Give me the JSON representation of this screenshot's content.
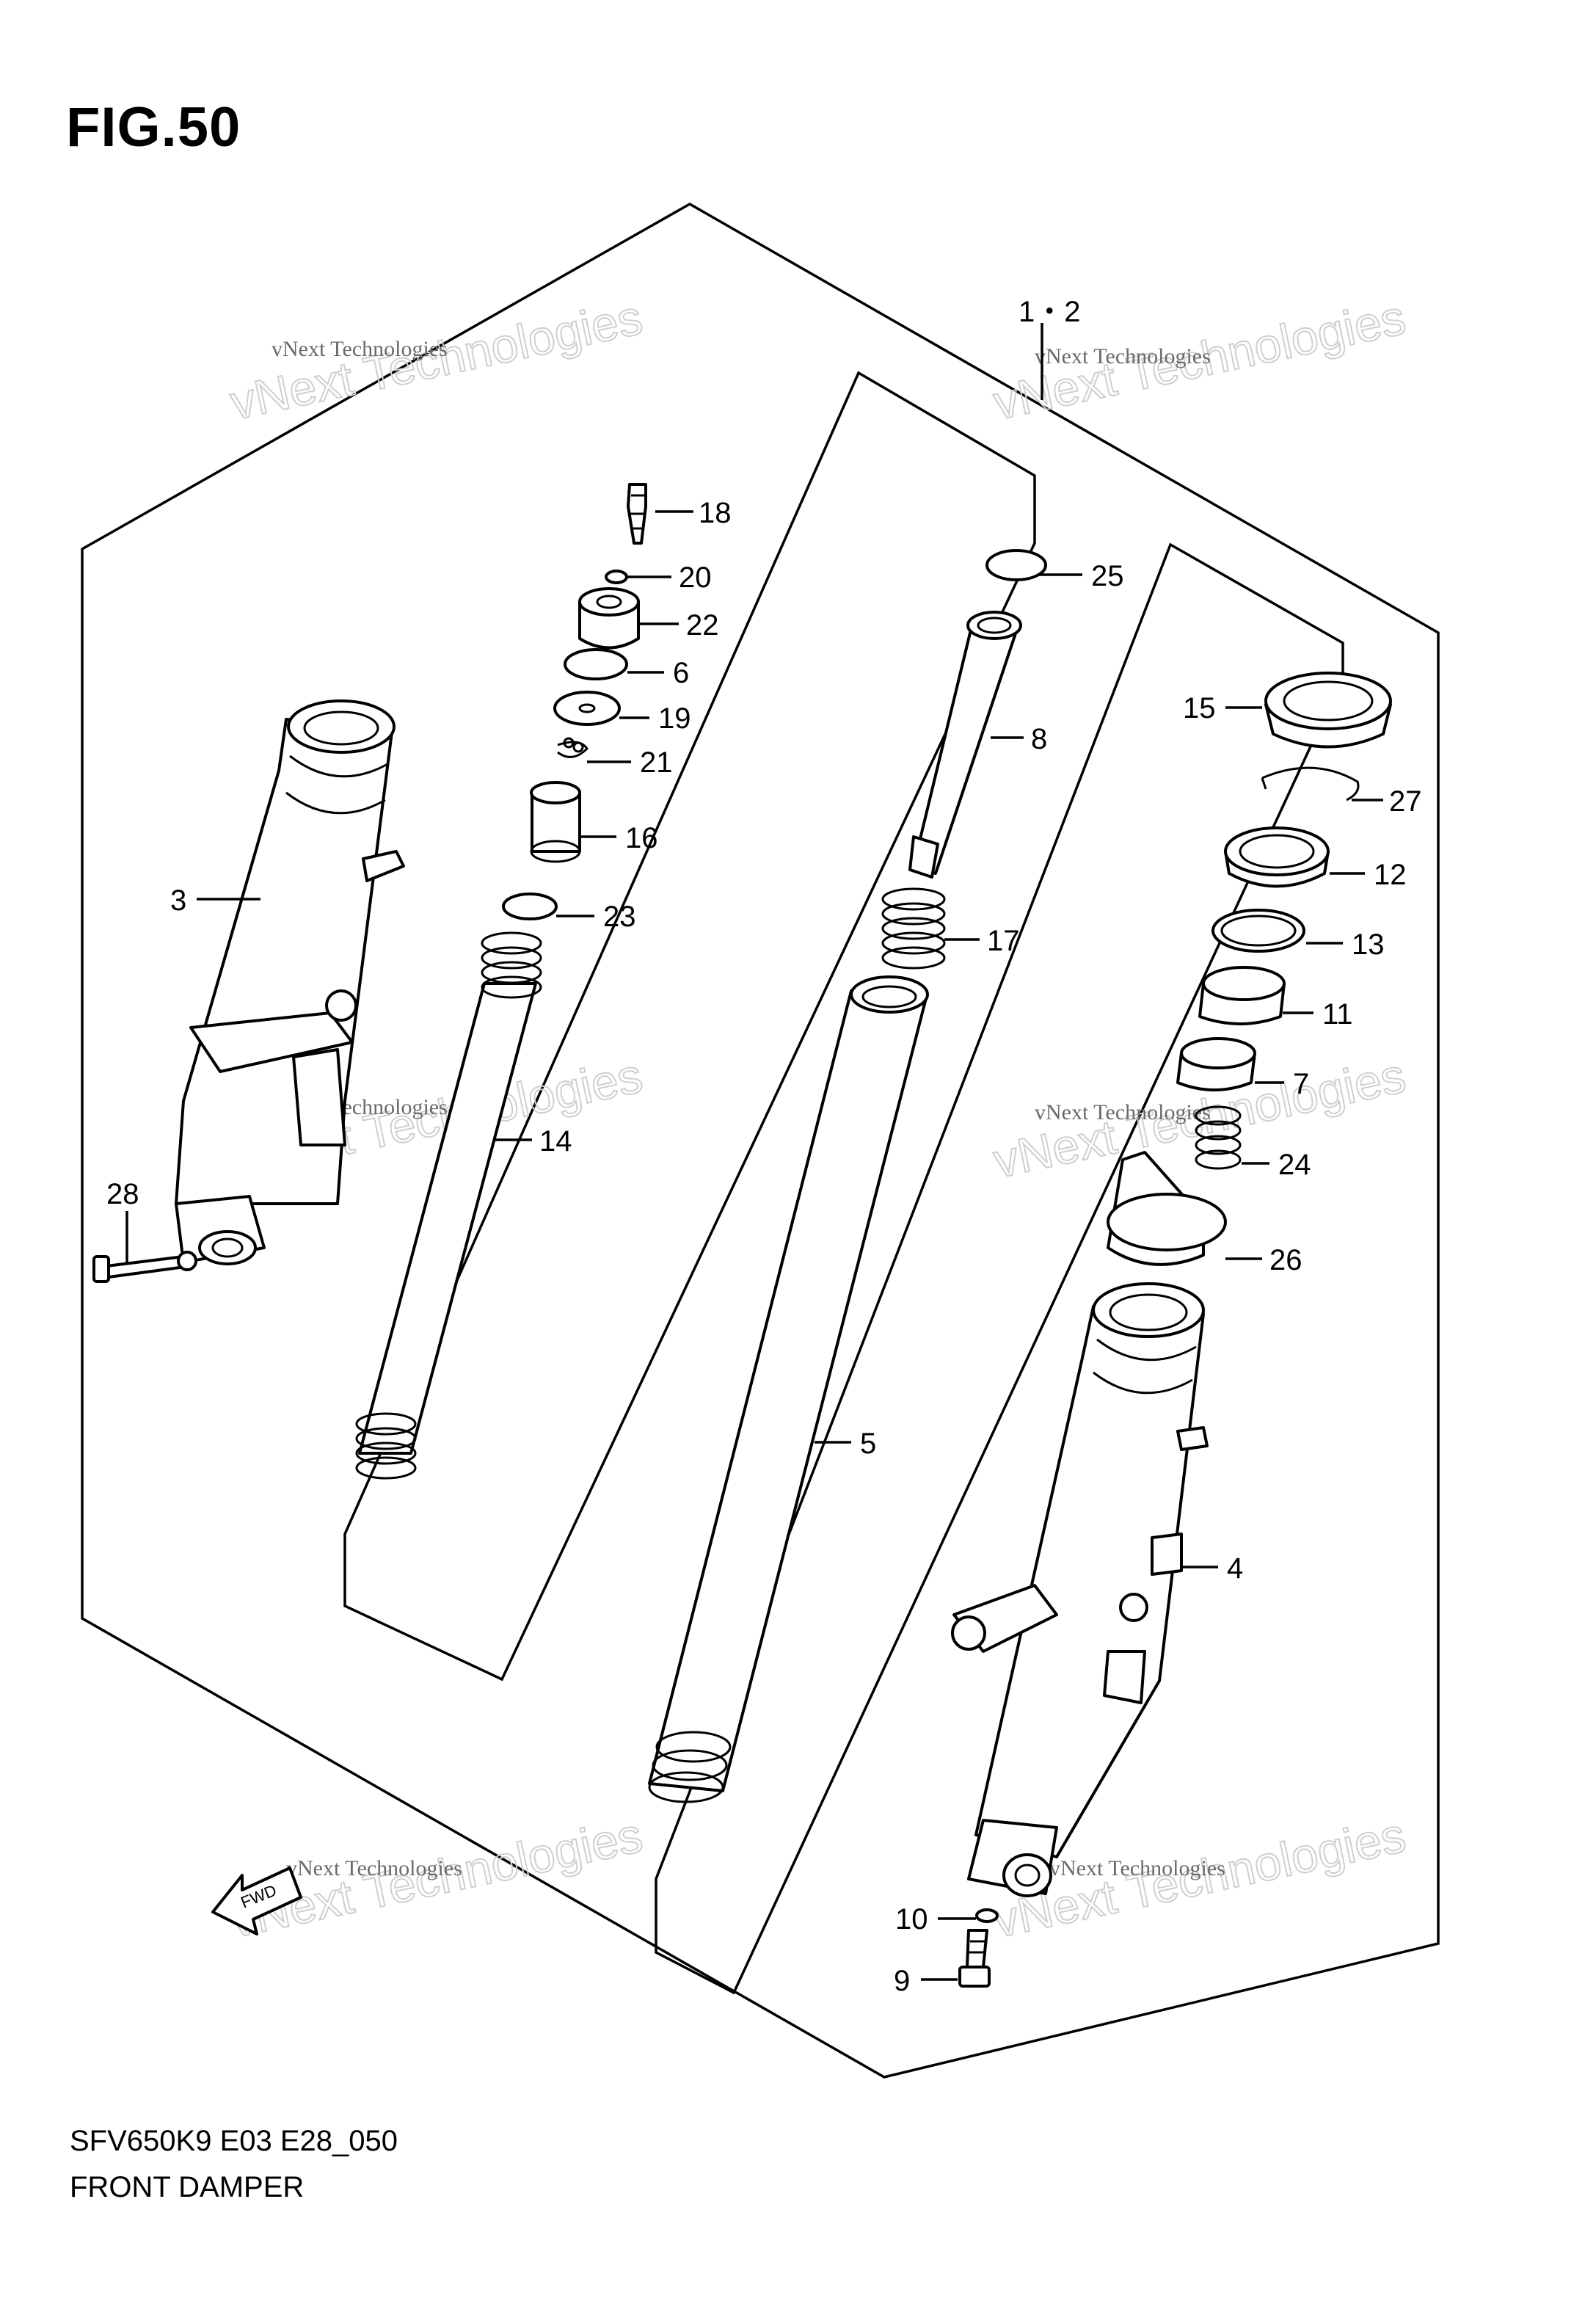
{
  "figure_title": "FIG.50",
  "footer": {
    "code": "SFV650K9 E03 E28_050",
    "title": "FRONT DAMPER"
  },
  "watermark": {
    "line1": "vNext Technologies",
    "line2": "vNext Technologies"
  },
  "fwd_label": "FWD",
  "callouts": {
    "c12": "1・2",
    "c3": "3",
    "c4": "4",
    "c5": "5",
    "c6": "6",
    "c7": "7",
    "c8": "8",
    "c9": "9",
    "c10": "10",
    "c11": "11",
    "c12b": "12",
    "c13": "13",
    "c14": "14",
    "c15": "15",
    "c16": "16",
    "c17": "17",
    "c18": "18",
    "c19": "19",
    "c20": "20",
    "c21": "21",
    "c22": "22",
    "c23": "23",
    "c24": "24",
    "c25": "25",
    "c26": "26",
    "c27": "27",
    "c28": "28"
  }
}
